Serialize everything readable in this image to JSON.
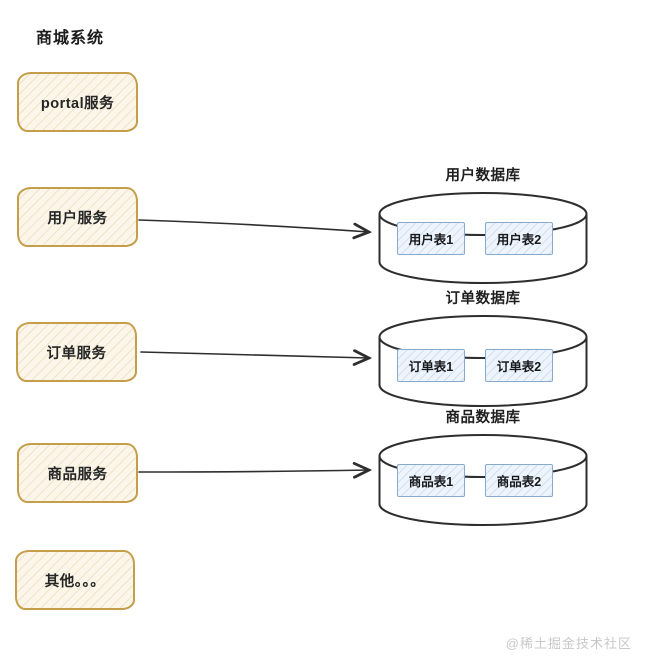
{
  "title": "商城系统",
  "services": [
    {
      "label": "portal服务"
    },
    {
      "label": "用户服务"
    },
    {
      "label": "订单服务"
    },
    {
      "label": "商品服务"
    },
    {
      "label": "其他。。。"
    }
  ],
  "databases": [
    {
      "label": "用户数据库",
      "tables": [
        "用户表1",
        "用户表2"
      ]
    },
    {
      "label": "订单数据库",
      "tables": [
        "订单表1",
        "订单表2"
      ]
    },
    {
      "label": "商品数据库",
      "tables": [
        "商品表1",
        "商品表2"
      ]
    }
  ],
  "connections": [
    {
      "from": "用户服务",
      "to": "用户数据库"
    },
    {
      "from": "订单服务",
      "to": "订单数据库"
    },
    {
      "from": "商品服务",
      "to": "商品数据库"
    }
  ],
  "watermark": "@稀土掘金技术社区",
  "colors": {
    "service_border": "#c49e4a",
    "service_fill": "#fbf6e9",
    "table_border": "#89aacd",
    "table_fill": "#eef4fb",
    "outline": "#2e2e2e",
    "watermark_text": "#c8c8c8",
    "background": "#ffffff"
  }
}
